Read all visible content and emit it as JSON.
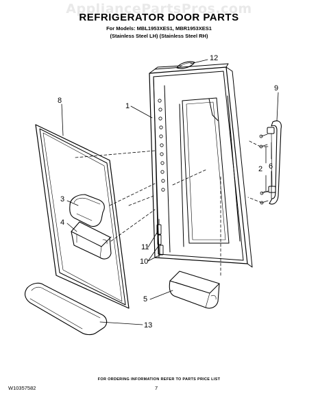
{
  "watermark": "AppliancePartsPros.com",
  "title": "REFRIGERATOR DOOR PARTS",
  "models_line": "For Models: MBL1953XES1, MBR1953XES1",
  "variants_line": "(Stainless Steel LH)  (Stainless Steel RH)",
  "callouts": {
    "c1": "1",
    "c2": "2",
    "c3": "3",
    "c4": "4",
    "c5": "5",
    "c6": "6",
    "c8": "8",
    "c9": "9",
    "c10": "10",
    "c11": "11",
    "c12": "12",
    "c13": "13"
  },
  "footer": {
    "ordering_note": "FOR ORDERING INFORMATION REFER TO PARTS PRICE LIST",
    "document_number": "W10357582",
    "page_number": "7"
  }
}
